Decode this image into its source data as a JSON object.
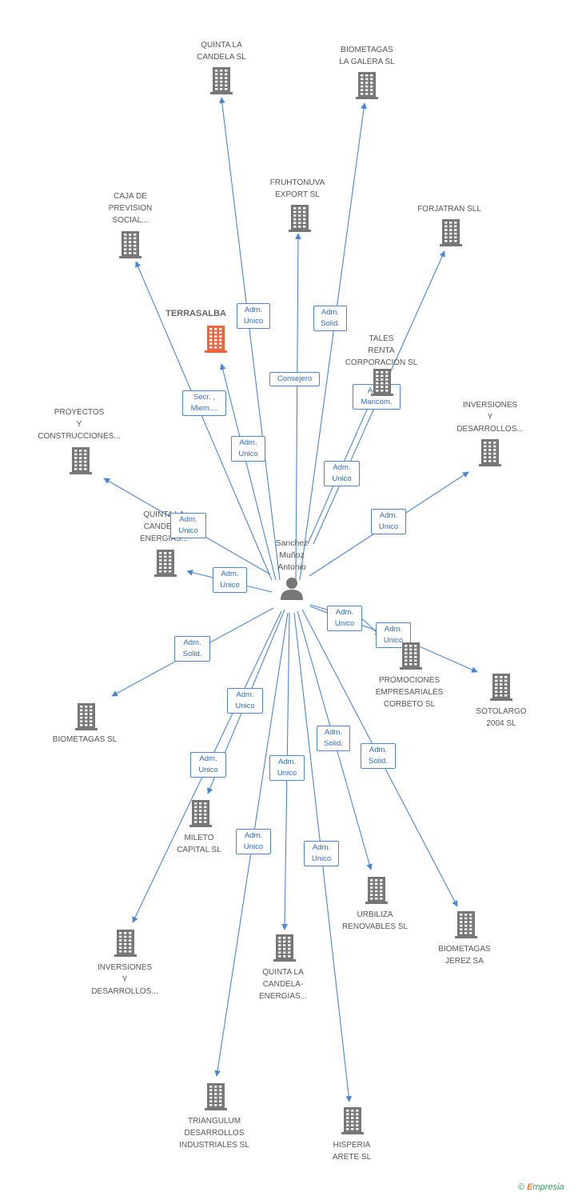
{
  "person": {
    "label": "Sanchez\nMuñoz\nAntonio",
    "icon": "person-icon"
  },
  "colors": {
    "edge": "#4a86d6",
    "building": "#777777",
    "highlight": "#f0643c"
  },
  "nodes": [
    {
      "id": "quinta-candela-top",
      "label": "QUINTA LA\nCANDELA SL",
      "highlight": false
    },
    {
      "id": "biometagas-galera",
      "label": "BIOMETAGAS\nLA GALERA SL",
      "highlight": false
    },
    {
      "id": "fruhtonuva",
      "label": "FRUHTONUVA\nEXPORT SL",
      "highlight": false
    },
    {
      "id": "caja-prevision",
      "label": "CAJA DE\nPREVISION\nSOCIAL...",
      "highlight": false
    },
    {
      "id": "forjatran",
      "label": "FORJATRAN SLL",
      "highlight": false
    },
    {
      "id": "terrasalba",
      "label": "TERRASALBA",
      "highlight": true
    },
    {
      "id": "tales-renta",
      "label": "TALES\nRENTA\nCORPORACION SL",
      "highlight": false
    },
    {
      "id": "proyectos",
      "label": "PROYECTOS\nY\nCONSTRUCCIONES...",
      "highlight": false
    },
    {
      "id": "inversiones-right",
      "label": "INVERSIONES\nY\nDESARROLLOS...",
      "highlight": false
    },
    {
      "id": "quinta-energias-left",
      "label": "QUINTA LA\nCANDELA-\nENERGIAS...",
      "highlight": false
    },
    {
      "id": "promociones",
      "label": "PROMOCIONES\nEMPRESARIALES\nCORBETO SL",
      "highlight": false
    },
    {
      "id": "sotolargo",
      "label": "SOTOLARGO\n2004 SL",
      "highlight": false
    },
    {
      "id": "biometagas",
      "label": "BIOMETAGAS SL",
      "highlight": false
    },
    {
      "id": "mileto",
      "label": "MILETO\nCAPITAL SL",
      "highlight": false
    },
    {
      "id": "urbiliza",
      "label": "URBILIZA\nRENOVABLES SL",
      "highlight": false
    },
    {
      "id": "biometagas-jerez",
      "label": "BIOMETAGAS\nJEREZ SA",
      "highlight": false
    },
    {
      "id": "inversiones-left",
      "label": "INVERSIONES\nY\nDESARROLLOS...",
      "highlight": false
    },
    {
      "id": "quinta-energias-bottom",
      "label": "QUINTA LA\nCANDELA-\nENERGIAS...",
      "highlight": false
    },
    {
      "id": "triangulum",
      "label": "TRIANGULUM\nDESARROLLOS\nINDUSTRIALES SL",
      "highlight": false
    },
    {
      "id": "hisperia",
      "label": "HISPERIA\nARETE SL",
      "highlight": false
    }
  ],
  "relations": [
    {
      "target": "quinta-candela-top",
      "label": "Adm.\nUnico"
    },
    {
      "target": "biometagas-galera",
      "label": "Adm.\nSolid."
    },
    {
      "target": "fruhtonuva",
      "label": "Consejero"
    },
    {
      "target": "caja-prevision",
      "label": "Secr. ,\nMiem...."
    },
    {
      "target": "forjatran",
      "label": "Adm.\nMancom."
    },
    {
      "target": "terrasalba",
      "label": "Adm.\nUnico"
    },
    {
      "target": "tales-renta",
      "label": "Adm.\nUnico"
    },
    {
      "target": "proyectos",
      "label": "Adm.\nUnico"
    },
    {
      "target": "inversiones-right",
      "label": "Adm.\nUnico"
    },
    {
      "target": "quinta-energias-left",
      "label": "Adm.\nUnico"
    },
    {
      "target": "promociones",
      "label": "Adm.\nUnico"
    },
    {
      "target": "sotolargo",
      "label": "Adm.\nUnico"
    },
    {
      "target": "biometagas",
      "label": "Adm.\nSolid."
    },
    {
      "target": "mileto",
      "label": "Adm.\nUnico"
    },
    {
      "target": "inversiones-left",
      "label": "Adm.\nUnico"
    },
    {
      "target": "quinta-energias-bottom",
      "label": "Adm.\nUnico"
    },
    {
      "target": "urbiliza",
      "label": "Adm.\nSolid."
    },
    {
      "target": "biometagas-jerez",
      "label": "Adm.\nSolid."
    },
    {
      "target": "triangulum",
      "label": "Adm.\nUnico"
    },
    {
      "target": "hisperia",
      "label": "Adm.\nUnico"
    }
  ],
  "footer": {
    "copyright": "©",
    "brand_e": "E",
    "brand_rest": "mpresia"
  }
}
